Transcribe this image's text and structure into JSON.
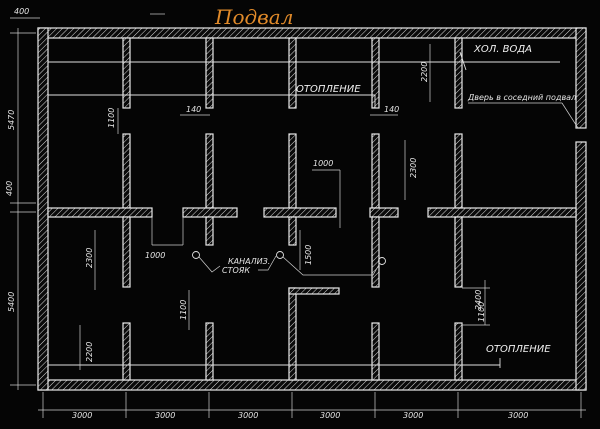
{
  "title": "Подвал",
  "labels": {
    "cold_water": "ХОЛ. ВОДА",
    "heating_top": "ОТОПЛЕНИЕ",
    "heating_bottom": "ОТОПЛЕНИЕ",
    "door_note": "Дверь в соседний подвал",
    "sewer_1": "КАНАЛИЗ.",
    "sewer_2": "СТОЯК"
  },
  "dimensions": {
    "bottom": [
      "3000",
      "3000",
      "3000",
      "3000",
      "3000",
      "3000"
    ],
    "top_left": "400",
    "left_upper": "5470",
    "left_mid": "400",
    "left_lower": "5400",
    "inner": {
      "d2200_top": "2200",
      "d1100_top": "1100",
      "d140_a": "140",
      "d140_b": "140",
      "d1000_mid": "1000",
      "d2300_right": "2300",
      "d1000_low": "1000",
      "d2300_left": "2300",
      "d1500": "1500",
      "d1100_low_mid": "1100",
      "d2400": "2400",
      "d1100_low_right": "1100",
      "d2200_low": "2200"
    }
  },
  "colors": {
    "title": "#e08a2a",
    "lines": "#e8e8e8",
    "background": "#050505"
  }
}
